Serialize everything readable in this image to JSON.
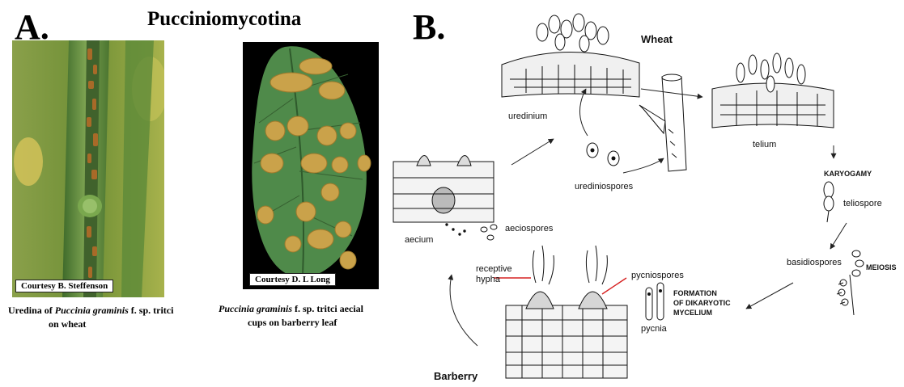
{
  "panel_a": {
    "letter": "A.",
    "title": "Pucciniomycotina",
    "photo_left": {
      "credit": "Courtesy B. Steffenson",
      "caption_prefix": "Uredina of ",
      "caption_italic": "Puccinia graminis",
      "caption_suffix": " f. sp. tritci",
      "caption_line2": "on wheat"
    },
    "photo_right": {
      "credit": "Courtesy D. L Long",
      "caption_italic": "Puccinia graminis",
      "caption_suffix": " f. sp. tritci aecial",
      "caption_line2": "cups on barberry leaf"
    }
  },
  "panel_b": {
    "letter": "B.",
    "labels": {
      "wheat": "Wheat",
      "uredinium": "uredinium",
      "urediniospores": "urediniospores",
      "telium": "telium",
      "karyogamy": "KARYOGAMY",
      "teliospore": "teliospore",
      "basidiospores": "basidiospores",
      "meiosis": "MEIOSIS",
      "aecium": "aecium",
      "aeciospores": "aeciospores",
      "receptive_hypha_1": "receptive",
      "receptive_hypha_2": "hypha",
      "pycniospores": "pycniospores",
      "formation_1": "FORMATION",
      "formation_2": "OF DIKARYOTIC",
      "formation_3": "MYCELIUM",
      "pycnia": "pycnia",
      "barberry": "Barberry"
    }
  },
  "colors": {
    "wheat_green": "#6a8f3a",
    "rust_orange": "#b9782a",
    "leaf_green": "#4f8a4a",
    "pointer_red": "#d62020"
  }
}
